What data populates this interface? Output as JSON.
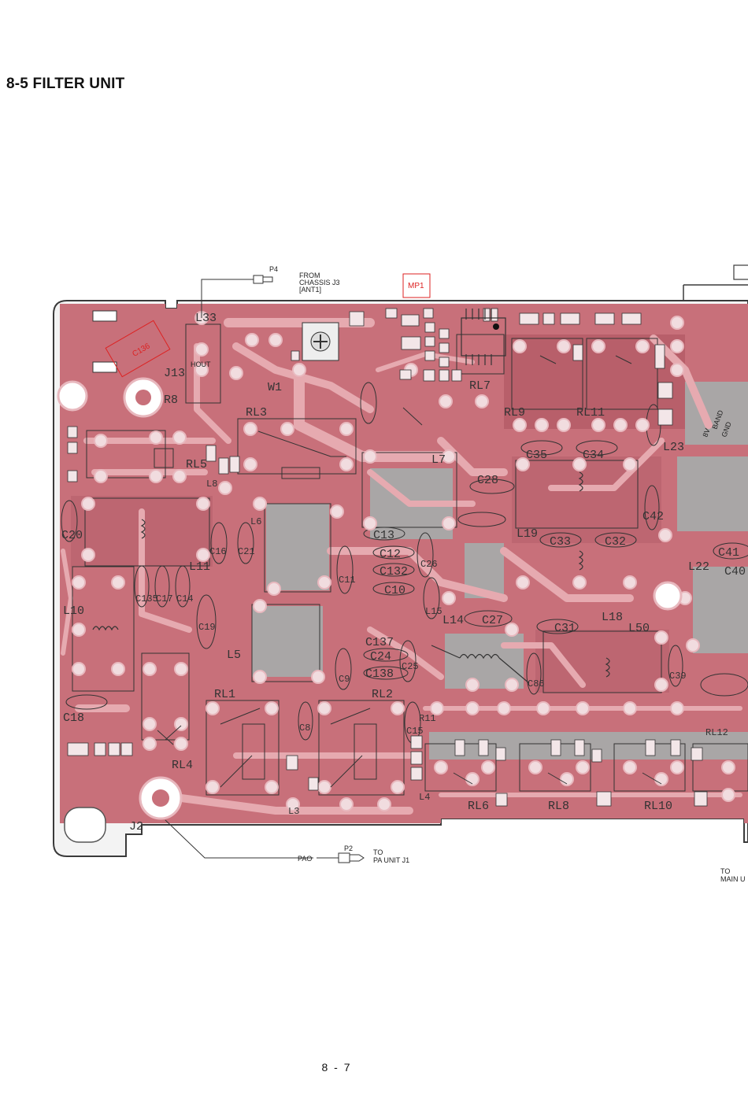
{
  "title": "8-5  FILTER UNIT",
  "page_number": "8 - 7",
  "colors": {
    "board": "#c8707a",
    "board_dark": "#b85f6a",
    "trace": "#e6aab0",
    "ground": "#a9a6a6",
    "outline": "#3a3a3a"
  },
  "connectors": {
    "p4": {
      "id": "P4",
      "line1": "FROM",
      "line2": "CHASSIS J3",
      "line3": "[ANT1]"
    },
    "p2": {
      "left": "PAO",
      "id": "P2",
      "line1": "TO",
      "line2": "PA UNIT J1"
    },
    "main": {
      "line1": "TO",
      "line2": "MAIN U"
    },
    "mp1": "MP1"
  },
  "refs": {
    "L33": "L33",
    "J13": "J13",
    "HOUT": "HOUT",
    "R8": "R8",
    "W1": "W1",
    "RL3": "RL3",
    "RL5": "RL5",
    "L8": "L8",
    "L6": "L6",
    "L7": "L7",
    "C28": "C28",
    "RL7": "RL7",
    "RL9": "RL9",
    "RL11": "RL11",
    "C35": "C35",
    "C34": "C34",
    "L23": "L23",
    "C42": "C42",
    "C20": "C20",
    "C16": "C16",
    "C21": "C21",
    "L11": "L11",
    "C13": "C13",
    "C12": "C12",
    "C132": "C132",
    "C26": "C26",
    "C11": "C11",
    "C10": "C10",
    "L19": "L19",
    "C33": "C33",
    "C32": "C32",
    "C41": "C41",
    "L22": "L22",
    "C40": "C40",
    "L10": "L10",
    "C135": "C135",
    "C17": "C17",
    "C14": "C14",
    "C19": "C19",
    "L15": "L15",
    "L14": "L14",
    "C27": "C27",
    "C31": "C31",
    "L18": "L18",
    "L50": "L50",
    "L5": "L5",
    "C9": "C9",
    "C137": "C137",
    "C24": "C24",
    "C25": "C25",
    "C138": "C138",
    "C86": "C86",
    "C39": "C39",
    "C18": "C18",
    "RL1": "RL1",
    "RL2": "RL2",
    "R11": "R11",
    "C8": "C8",
    "C15": "C15",
    "RL12": "RL12",
    "RL4": "RL4",
    "J2": "J2",
    "L3": "L3",
    "L4": "L4",
    "RL6": "RL6",
    "RL8": "RL8",
    "RL10": "RL10",
    "C136": "C136",
    "BAND": "BAND",
    "GND": "GND",
    "8V": "8V"
  }
}
